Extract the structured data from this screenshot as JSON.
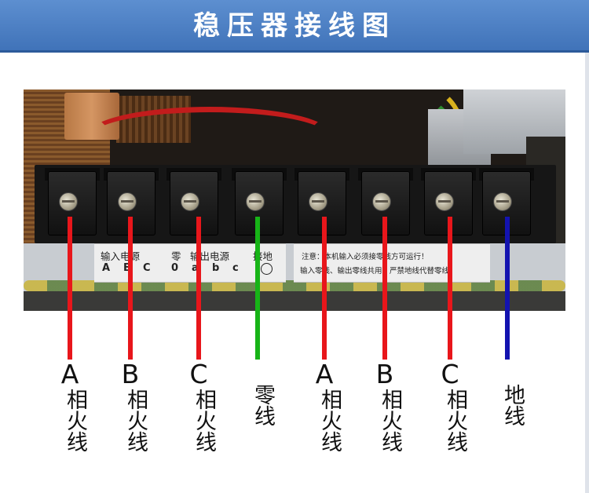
{
  "header": {
    "title": "稳压器接线图"
  },
  "plate": {
    "input_label": "输入电源",
    "zero_label": "零",
    "output_label": "输出电源",
    "ground_label": "接地",
    "letters": [
      "A",
      "B",
      "C",
      "0",
      "a",
      "b",
      "c"
    ],
    "note_line1": "注意：本机输入必须接零线方可运行！",
    "note_line2": "输入零线、输出零线共用，严禁地线代替零线。"
  },
  "terminals": [
    {
      "letter": "A",
      "text": "相火线",
      "color": "#e8161b"
    },
    {
      "letter": "B",
      "text": "相火线",
      "color": "#e8161b"
    },
    {
      "letter": "C",
      "text": "相火线",
      "color": "#e8161b"
    },
    {
      "letter": "",
      "text": "零线",
      "color": "#17b417"
    },
    {
      "letter": "A",
      "text": "相火线",
      "color": "#e8161b"
    },
    {
      "letter": "B",
      "text": "相火线",
      "color": "#e8161b"
    },
    {
      "letter": "C",
      "text": "相火线",
      "color": "#e8161b"
    },
    {
      "letter": "",
      "text": "地线",
      "color": "#1313b0"
    }
  ],
  "colors": {
    "header": "#4a7ec2",
    "live": "#e8161b",
    "neutral": "#17b417",
    "ground": "#1313b0"
  }
}
